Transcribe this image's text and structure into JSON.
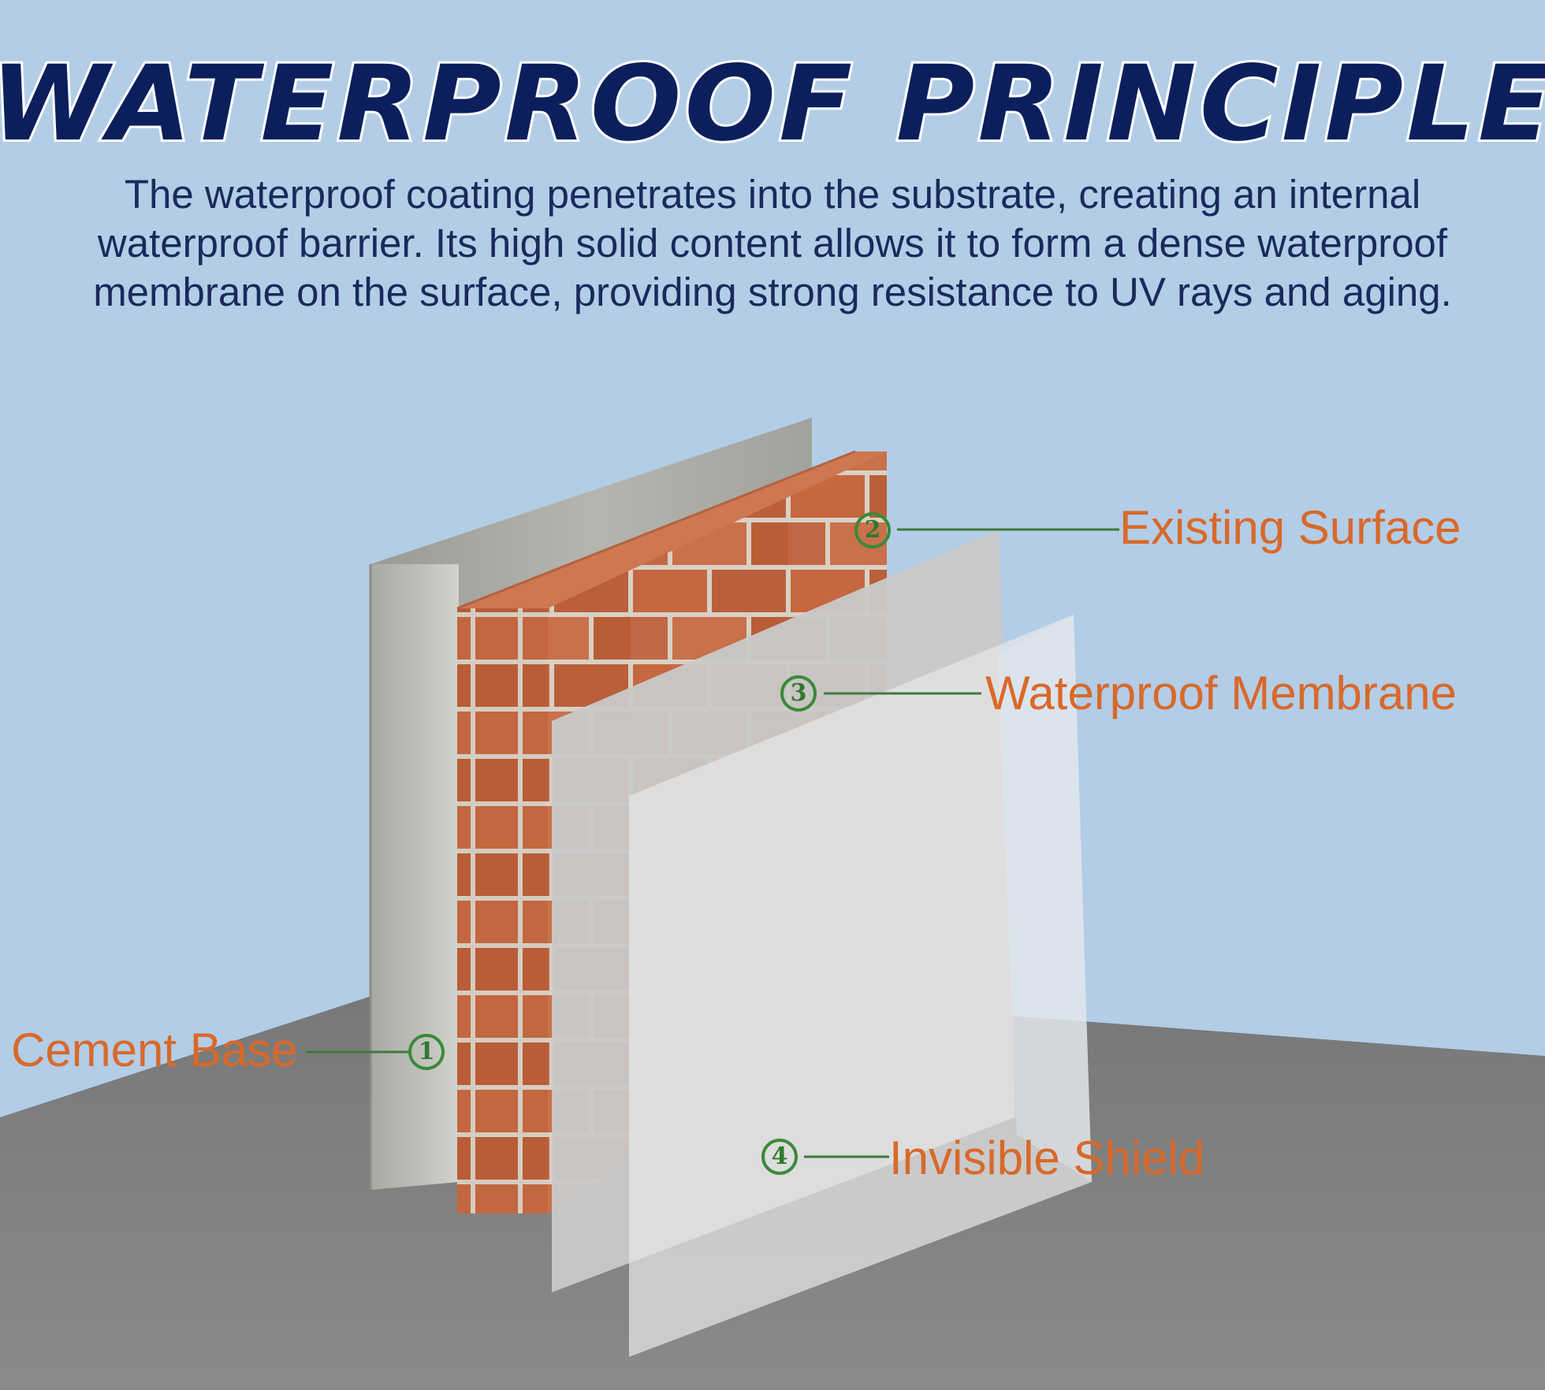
{
  "title": "WATERPROOF PRINCIPLE",
  "description": "The waterproof coating penetrates into the substrate, creating an internal waterproof barrier. Its high solid content allows it to form a dense waterproof membrane on the surface, providing strong resistance to UV rays and aging.",
  "callouts": [
    {
      "number": "1",
      "label": "Cement Base"
    },
    {
      "number": "2",
      "label": "Existing Surface"
    },
    {
      "number": "3",
      "label": "Waterproof Membrane"
    },
    {
      "number": "4",
      "label": "Invisible Shield"
    }
  ],
  "colors": {
    "sky": "#b3cde7",
    "floor": "#7d7d7d",
    "title": "#0c1f5c",
    "label": "#d8692a",
    "marker": "#3a8a3a",
    "brick": "#c2673f",
    "mortar": "#d9d0c4",
    "cement": "#b9b9b5"
  }
}
